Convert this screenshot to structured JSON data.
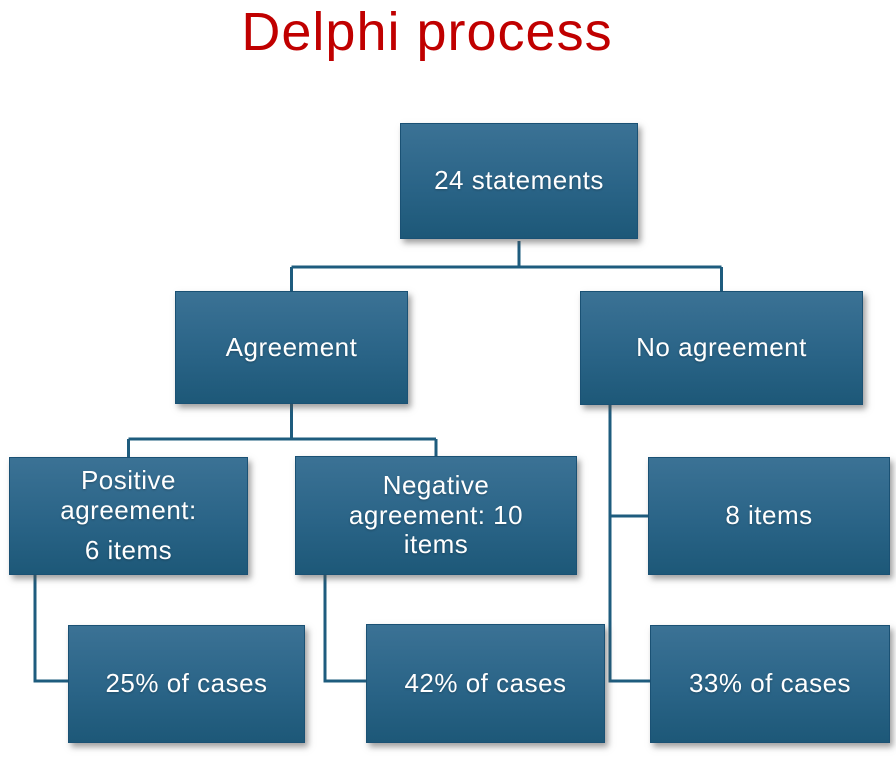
{
  "title": "Delphi process",
  "colors": {
    "title_red": "#c00000",
    "box_gradient_top": "#3b7295",
    "box_gradient_bottom": "#1d5878",
    "connector": "#1e5c7e",
    "node_text": "#ffffff"
  },
  "diagram": {
    "type": "flowchart",
    "nodes": {
      "statements": {
        "label": "24 statements",
        "children": [
          "agreement",
          "no_agreement"
        ]
      },
      "agreement": {
        "label": "Agreement",
        "children": [
          "positive_agreement",
          "negative_agreement"
        ]
      },
      "no_agreement": {
        "label": "No agreement",
        "children": [
          "items_8",
          "cases_33"
        ]
      },
      "positive_agreement": {
        "label_title": "Positive agreement:",
        "label_value": "6 items",
        "children": [
          "cases_25"
        ]
      },
      "negative_agreement": {
        "label": "Negative agreement: 10 items",
        "children": [
          "cases_42"
        ]
      },
      "items_8": {
        "label": "8 items"
      },
      "cases_25": {
        "label": "25% of cases"
      },
      "cases_42": {
        "label": "42% of cases"
      },
      "cases_33": {
        "label": "33% of cases"
      }
    }
  }
}
